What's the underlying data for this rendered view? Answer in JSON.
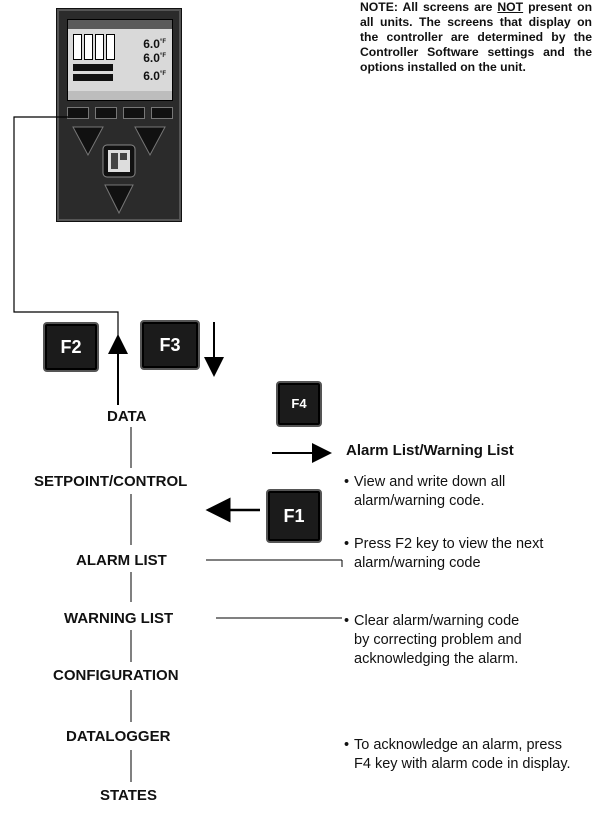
{
  "note": {
    "prefix": "NOTE: All screens are",
    "emphasis": "NOT",
    "rest": "present on all units. The screens that display on the controller are determined by the Controller Software settings and the options installed on the unit."
  },
  "device": {
    "readings": [
      "6.0",
      "6.0",
      "6.0"
    ],
    "reading_units": [
      "°F",
      "°F",
      "°F"
    ]
  },
  "keys": {
    "f1": "F1",
    "f2": "F2",
    "f3": "F3",
    "f4": "F4"
  },
  "menu": {
    "items": [
      "DATA",
      "SETPOINT/CONTROL",
      "ALARM LIST",
      "WARNING LIST",
      "CONFIGURATION",
      "DATALOGGER",
      "STATES"
    ]
  },
  "alarm_panel": {
    "title": "Alarm List/Warning List",
    "bullets": [
      "View and write down all alarm/warning code.",
      "Press F2 key to view the next alarm/warning code",
      "Clear alarm/warning code by correcting problem and acknowledging the alarm.",
      "To acknowledge an alarm, press F4 key with alarm code in display."
    ]
  }
}
